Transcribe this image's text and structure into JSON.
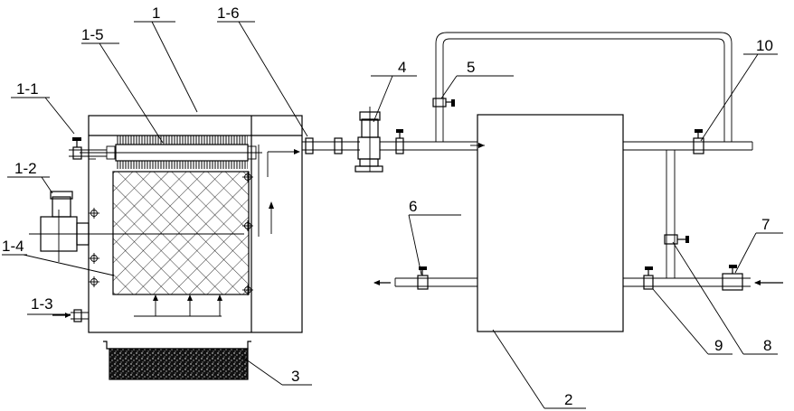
{
  "labels": {
    "l1": "1",
    "l1_1": "1-1",
    "l1_2": "1-2",
    "l1_3": "1-3",
    "l1_4": "1-4",
    "l1_5": "1-5",
    "l1_6": "1-6",
    "l2": "2",
    "l3": "3",
    "l4": "4",
    "l5": "5",
    "l6": "6",
    "l7": "7",
    "l8": "8",
    "l9": "9",
    "l10": "10"
  }
}
